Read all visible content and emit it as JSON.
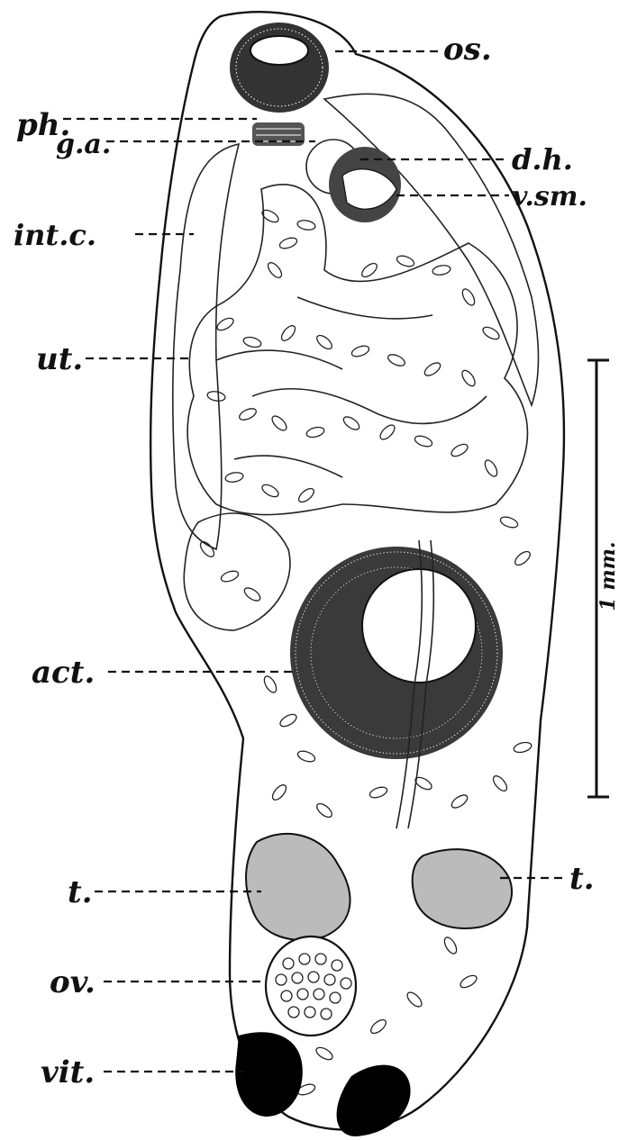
{
  "labels": {
    "os": "os.",
    "ph": "ph.",
    "ga": "g.a.",
    "dh": "d.h.",
    "vsm": "v.sm.",
    "intc": "int.c.",
    "ut": "ut.",
    "act": "act.",
    "t_left": "t.",
    "t_right": "t.",
    "ov": "ov.",
    "vit": "vit."
  },
  "scale_bar": {
    "label": "1 mm."
  },
  "colors": {
    "ink": "#111111",
    "paper": "#ffffff"
  }
}
